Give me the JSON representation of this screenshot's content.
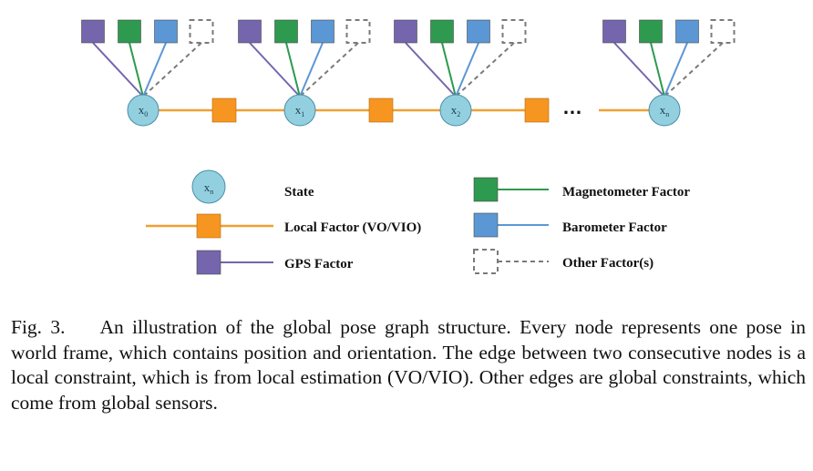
{
  "colors": {
    "gps": "#7565ad",
    "magnetometer": "#2e9a4f",
    "barometer": "#5b97d4",
    "other": "#7a7a7a",
    "local": "#f79521",
    "local_line": "#f0a030",
    "state_fill": "#92d0e0",
    "state_stroke": "#4a8fa8"
  },
  "graph": {
    "nodes": [
      {
        "base": "x",
        "sub": "0"
      },
      {
        "base": "x",
        "sub": "1"
      },
      {
        "base": "x",
        "sub": "2"
      },
      {
        "base": "x",
        "sub": "n"
      }
    ],
    "ellipsis": "…"
  },
  "legend": {
    "state": {
      "label": "State",
      "icon_base": "x",
      "icon_sub": "n"
    },
    "local": {
      "label": "Local Factor (VO/VIO)"
    },
    "gps": {
      "label": "GPS Factor"
    },
    "magnetometer": {
      "label": "Magnetometer Factor"
    },
    "barometer": {
      "label": "Barometer Factor"
    },
    "other": {
      "label": "Other Factor(s)"
    }
  },
  "caption": {
    "fig_label": "Fig. 3.",
    "text": "An illustration of the global pose graph structure. Every node represents one pose in world frame, which contains position and orientation. The edge between two consecutive nodes is a local constraint, which is from local estimation (VO/VIO). Other edges are global constraints, which come from global sensors."
  }
}
